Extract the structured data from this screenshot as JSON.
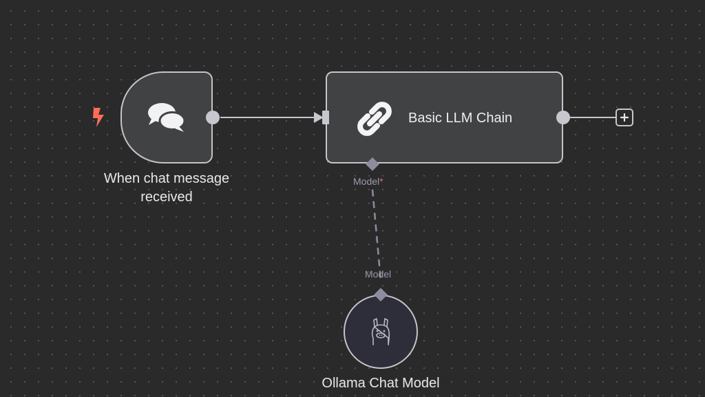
{
  "nodes": {
    "trigger": {
      "label": "When chat message\nreceived",
      "icon": "chat-bubbles-icon"
    },
    "chain": {
      "label": "Basic LLM Chain",
      "icon": "link-icon"
    },
    "model": {
      "label": "Ollama Chat Model",
      "icon": "llama-icon"
    }
  },
  "ports": {
    "chain_model_input": {
      "label": "Model",
      "required_marker": "*"
    },
    "model_output": {
      "label": "Model"
    }
  },
  "colors": {
    "canvas_bg": "#2b2a2b",
    "node_bg": "#414243",
    "node_border": "#c5c5ca",
    "model_node_bg": "#2e2d3a",
    "trigger_bolt": "#ff6d5a",
    "required_asterisk": "#e56b73",
    "port_label": "#9b9aab"
  }
}
